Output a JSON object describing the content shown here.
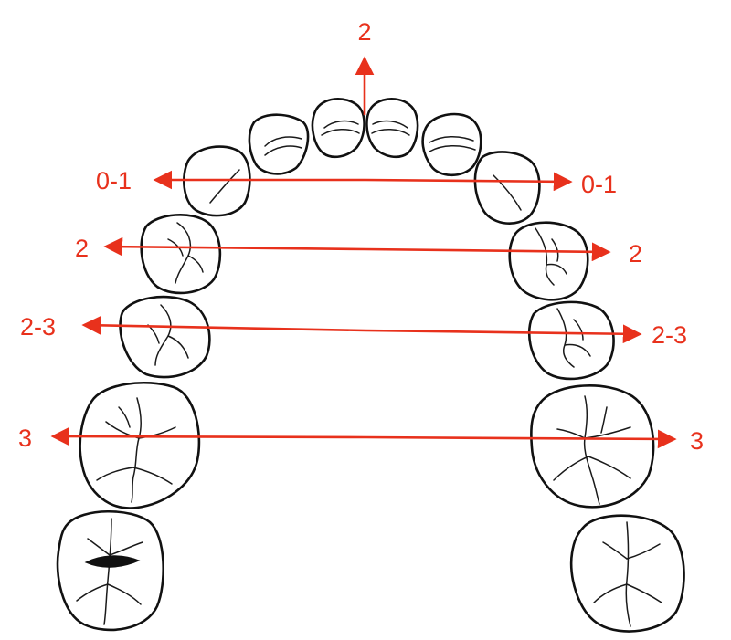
{
  "colors": {
    "arrow": "#e8311c",
    "outline": "#111111",
    "background": "#ffffff"
  },
  "labels": {
    "top": "2",
    "row1_left": "0-1",
    "row1_right": "0-1",
    "row2_left": "2",
    "row2_right": "2",
    "row3_left": "2-3",
    "row3_right": "2-3",
    "row4_left": "3",
    "row4_right": "3"
  }
}
